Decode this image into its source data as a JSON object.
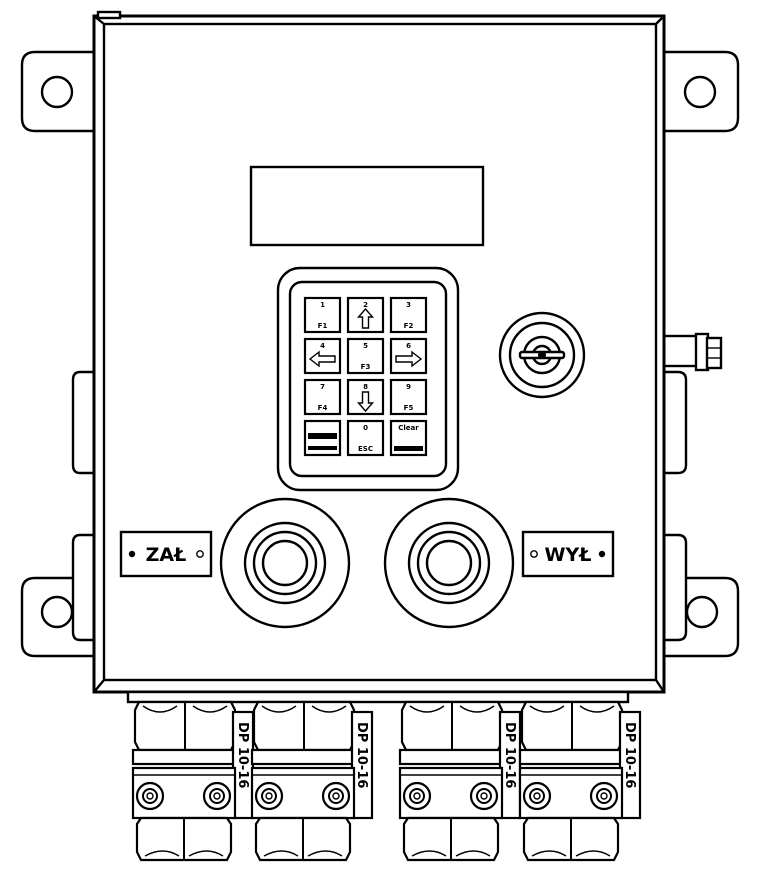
{
  "enclosure": {
    "label_on": "ZAŁ",
    "label_off": "WYŁ"
  },
  "keypad": {
    "keys": [
      {
        "num": "1",
        "sub": "F1",
        "icon": "none"
      },
      {
        "num": "2",
        "sub": "",
        "icon": "arrow-up"
      },
      {
        "num": "3",
        "sub": "F2",
        "icon": "none"
      },
      {
        "num": "4",
        "sub": "",
        "icon": "arrow-left"
      },
      {
        "num": "5",
        "sub": "F3",
        "icon": "none"
      },
      {
        "num": "6",
        "sub": "",
        "icon": "arrow-right"
      },
      {
        "num": "7",
        "sub": "F4",
        "icon": "none"
      },
      {
        "num": "8",
        "sub": "",
        "icon": "arrow-down"
      },
      {
        "num": "9",
        "sub": "F5",
        "icon": "none"
      },
      {
        "num": "",
        "sub": "",
        "icon": "enter-bar"
      },
      {
        "num": "0",
        "sub": "ESC",
        "icon": "none"
      },
      {
        "num": "Clear",
        "sub": "",
        "icon": "clear-bar"
      }
    ]
  },
  "glands": [
    {
      "label": "DP 10-16"
    },
    {
      "label": "DP 10-16"
    },
    {
      "label": "DP 10-16"
    },
    {
      "label": "DP 10-16"
    }
  ]
}
